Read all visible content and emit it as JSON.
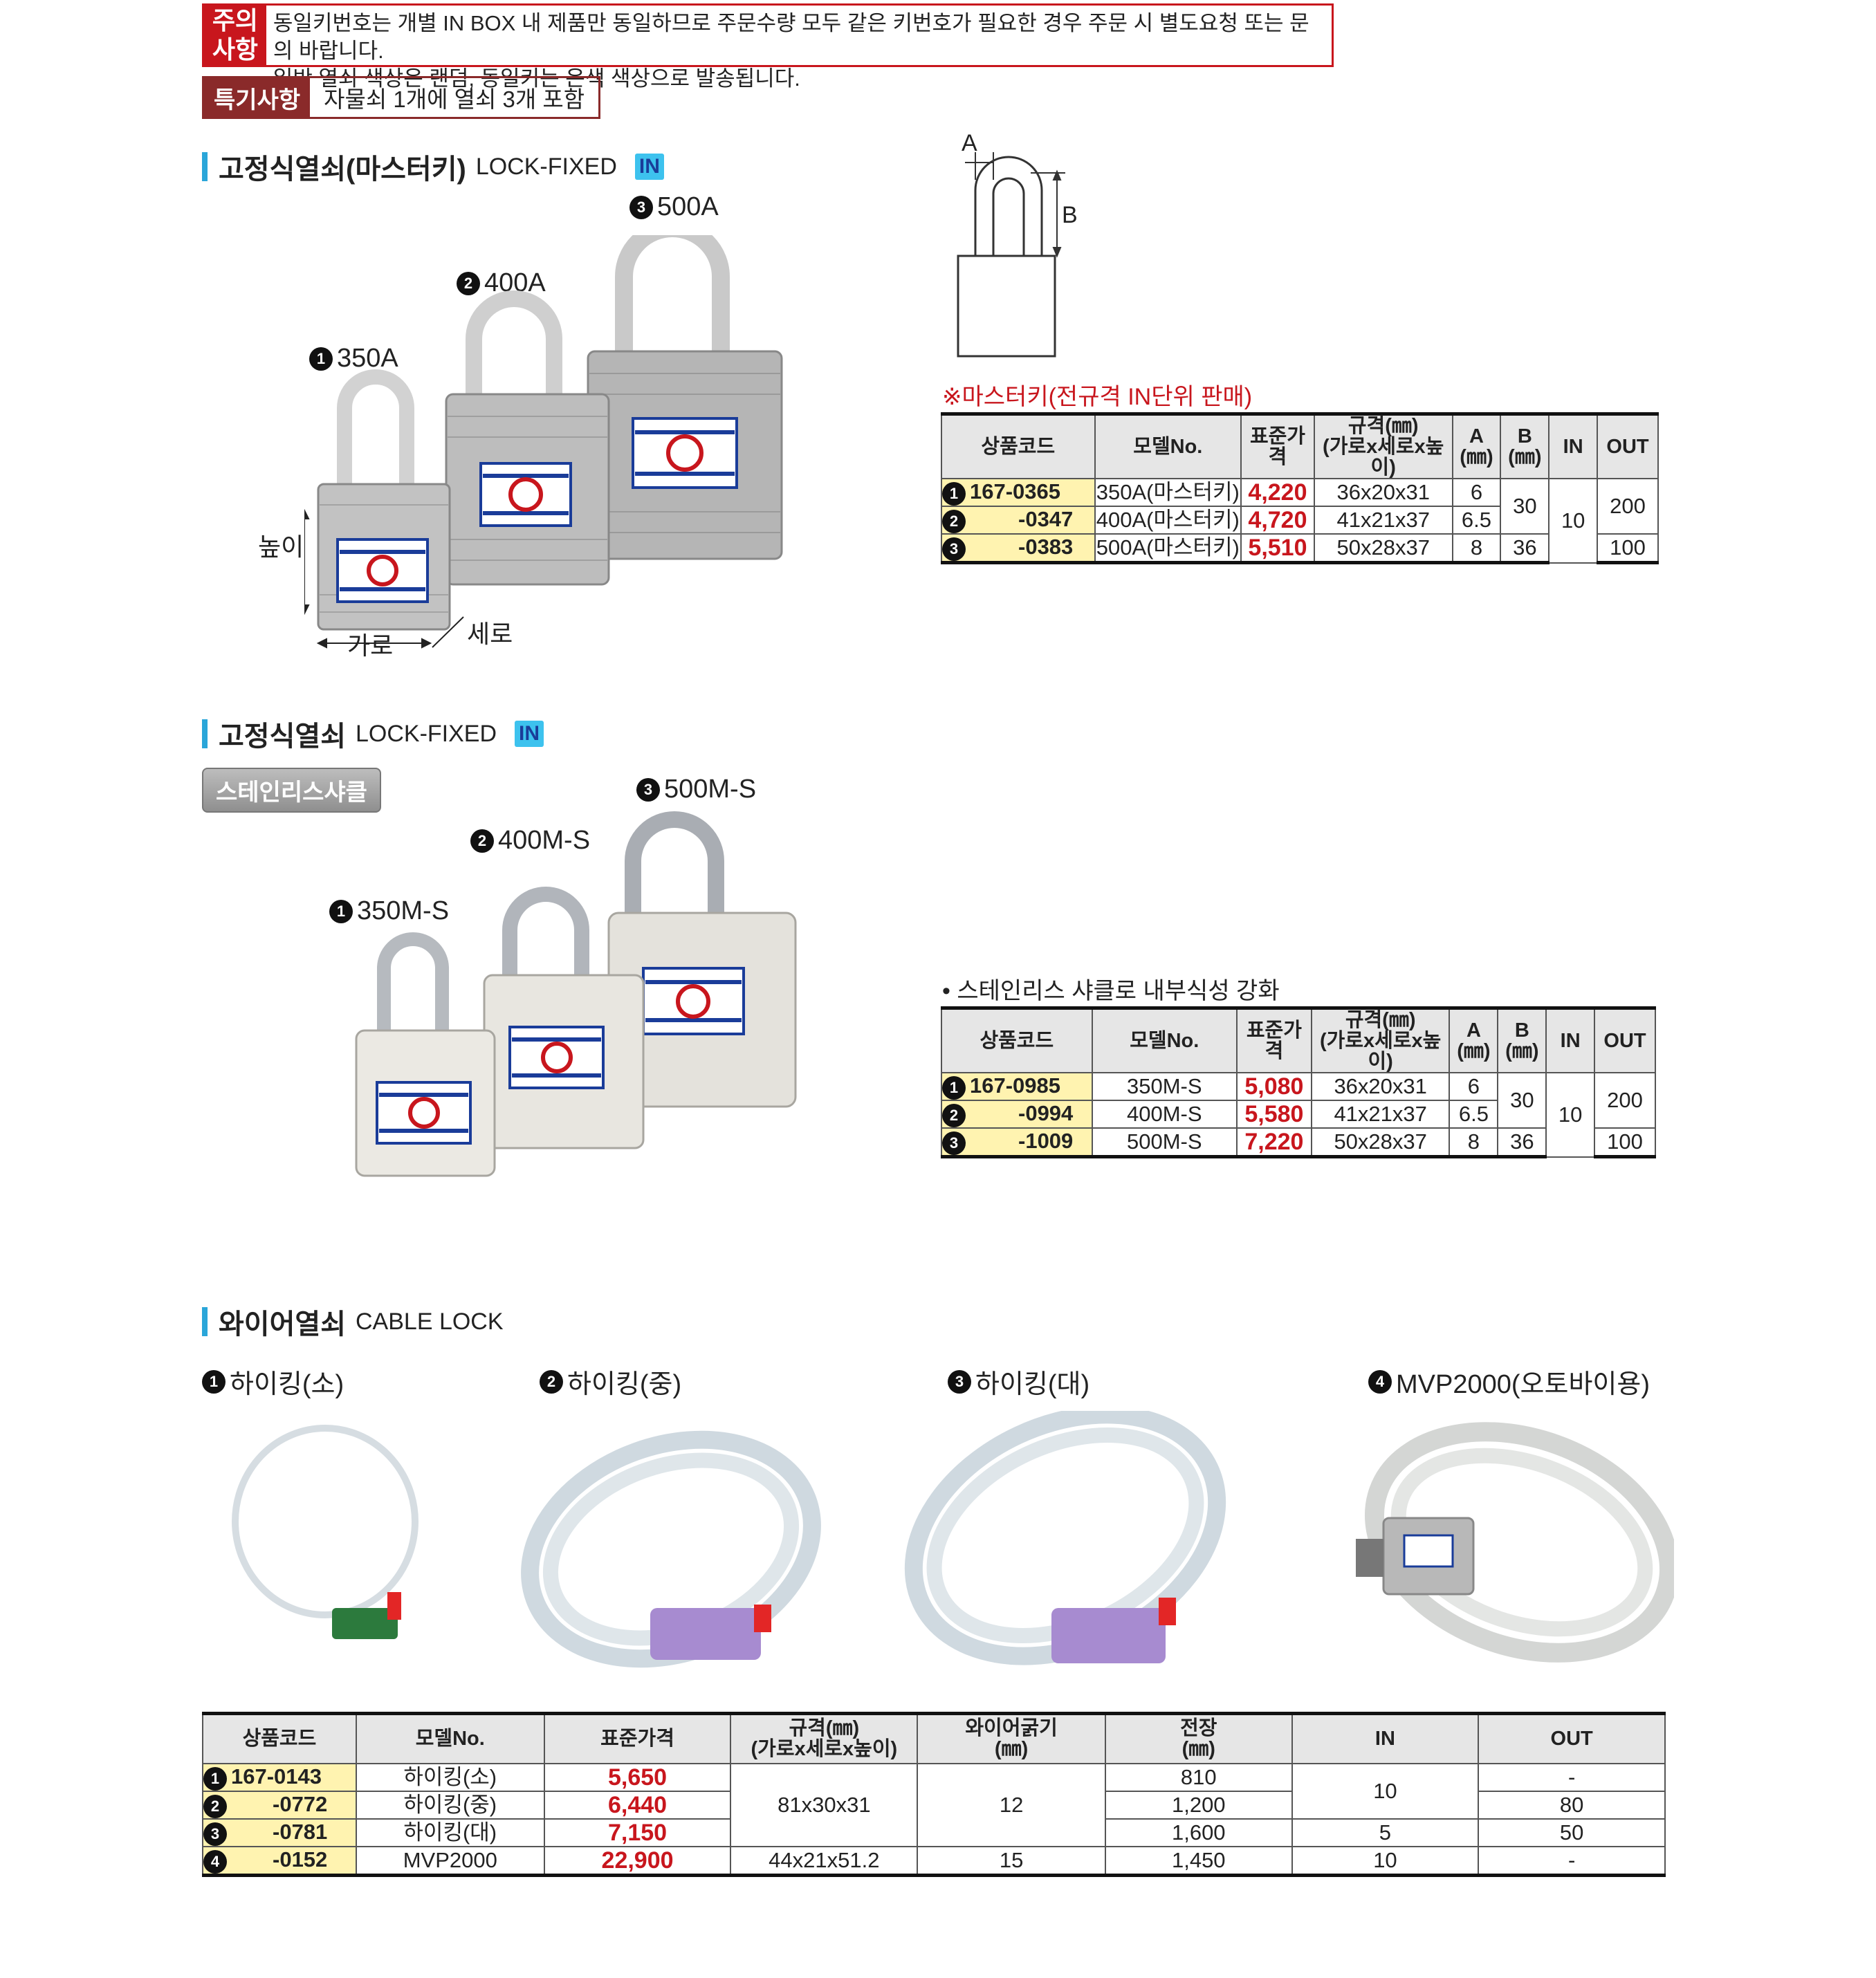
{
  "notice": {
    "tag_line1": "주의",
    "tag_line2": "사항",
    "line1": "동일키번호는 개별 IN BOX 내 제품만 동일하므로 주문수량 모두 같은 키번호가 필요한 경우 주문 시 별도요청 또는 문의 바랍니다.",
    "line2": "일반 열쇠 색상은 랜덤, 동일키는 은색 색상으로 발송됩니다."
  },
  "special": {
    "tag": "특기사항",
    "value": "자물쇠 1개에 열쇠 3개 포함"
  },
  "section1": {
    "title": "고정식열쇠(마스터키)",
    "title_en": "LOCK-FIXED",
    "in_badge": "IN",
    "products": [
      {
        "num": "1",
        "name": "350A"
      },
      {
        "num": "2",
        "name": "400A"
      },
      {
        "num": "3",
        "name": "500A"
      }
    ],
    "dims": {
      "height": "높이",
      "width": "가로",
      "depth": "세로"
    },
    "diagram": {
      "a": "A",
      "b": "B"
    },
    "note": "※마스터키(전규격 IN단위 판매)",
    "headers": {
      "code": "상품코드",
      "model": "모델No.",
      "price": "표준가격",
      "spec1": "규격(㎜)",
      "spec2": "(가로x세로x높이)",
      "a1": "A",
      "a2": "(㎜)",
      "b1": "B",
      "b2": "(㎜)",
      "in": "IN",
      "out": "OUT"
    },
    "rows": [
      {
        "num": "1",
        "code": "167-0365",
        "model": "350A(마스터키)",
        "price": "4,220",
        "spec": "36x20x31",
        "a": "6",
        "b": "30",
        "in": "10",
        "out": "200"
      },
      {
        "num": "2",
        "code": "-0347",
        "model": "400A(마스터키)",
        "price": "4,720",
        "spec": "41x21x37",
        "a": "6.5"
      },
      {
        "num": "3",
        "code": "-0383",
        "model": "500A(마스터키)",
        "price": "5,510",
        "spec": "50x28x37",
        "a": "8",
        "b": "36",
        "out": "100"
      }
    ]
  },
  "section2": {
    "title": "고정식열쇠",
    "title_en": "LOCK-FIXED",
    "in_badge": "IN",
    "badge": "스테인리스샤클",
    "products": [
      {
        "num": "1",
        "name": "350M-S"
      },
      {
        "num": "2",
        "name": "400M-S"
      },
      {
        "num": "3",
        "name": "500M-S"
      }
    ],
    "note": "• 스테인리스 샤클로 내부식성 강화",
    "rows": [
      {
        "num": "1",
        "code": "167-0985",
        "model": "350M-S",
        "price": "5,080",
        "spec": "36x20x31",
        "a": "6",
        "b": "30",
        "in": "10",
        "out": "200"
      },
      {
        "num": "2",
        "code": "-0994",
        "model": "400M-S",
        "price": "5,580",
        "spec": "41x21x37",
        "a": "6.5"
      },
      {
        "num": "3",
        "code": "-1009",
        "model": "500M-S",
        "price": "7,220",
        "spec": "50x28x37",
        "a": "8",
        "b": "36",
        "out": "100"
      }
    ]
  },
  "section3": {
    "title": "와이어열쇠",
    "title_en": "CABLE LOCK",
    "products": [
      {
        "num": "1",
        "name": "하이킹(소)"
      },
      {
        "num": "2",
        "name": "하이킹(중)"
      },
      {
        "num": "3",
        "name": "하이킹(대)"
      },
      {
        "num": "4",
        "name": "MVP2000(오토바이용)"
      }
    ],
    "headers": {
      "code": "상품코드",
      "model": "모델No.",
      "price": "표준가격",
      "spec1": "규격(㎜)",
      "spec2": "(가로x세로x높이)",
      "wire1": "와이어굵기",
      "wire2": "(㎜)",
      "len1": "전장",
      "len2": "(㎜)",
      "in": "IN",
      "out": "OUT"
    },
    "rows": [
      {
        "num": "1",
        "code": "167-0143",
        "model": "하이킹(소)",
        "price": "5,650",
        "spec": "81x30x31",
        "wire": "12",
        "len": "810",
        "in": "10",
        "out": "-"
      },
      {
        "num": "2",
        "code": "-0772",
        "model": "하이킹(중)",
        "price": "6,440",
        "len": "1,200",
        "out": "80"
      },
      {
        "num": "3",
        "code": "-0781",
        "model": "하이킹(대)",
        "price": "7,150",
        "len": "1,600",
        "in": "5",
        "out": "50"
      },
      {
        "num": "4",
        "code": "-0152",
        "model": "MVP2000",
        "price": "22,900",
        "spec": "44x21x51.2",
        "wire": "15",
        "len": "1,450",
        "in": "10",
        "out": "-"
      }
    ]
  },
  "colors": {
    "accent_red": "#c8161d",
    "accent_blue": "#2aa6d9",
    "code_bg": "#fff3b0"
  }
}
